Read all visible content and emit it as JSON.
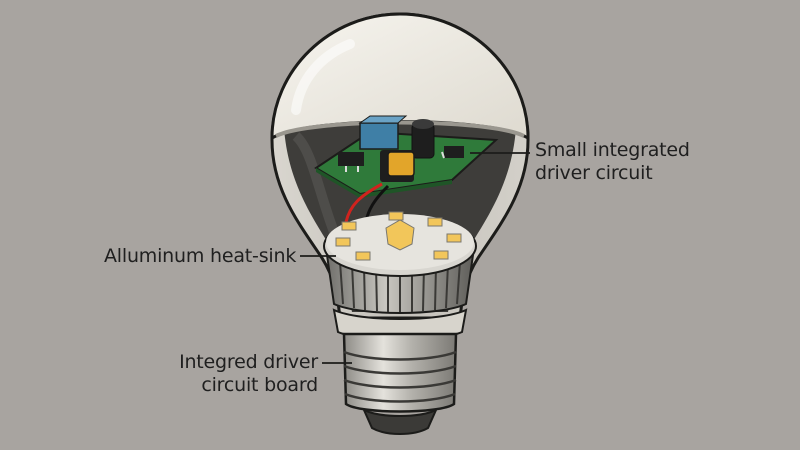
{
  "diagram": {
    "subject": "LED light bulb cutaway",
    "colors": {
      "background": "#a8a4a0",
      "bulb_dome": "#eeebe3",
      "interior_dark": "#3b3a38",
      "pcb_green": "#2f7a3a",
      "capacitor_blue": "#3f7fa6",
      "inductor_yellow": "#e2a52a",
      "led_yellow": "#f2c65a",
      "heatsink_gray": "#b8b6b0",
      "outline": "#1c1c1a",
      "wire_red": "#d0231e",
      "wire_black": "#111111"
    },
    "labels": {
      "driver_top_line1": "Small integrated",
      "driver_top_line2": "driver circuit",
      "heatsink": "Alluminum heat-sink",
      "base_line1": "Integred driver",
      "base_line2": "circuit board"
    }
  }
}
